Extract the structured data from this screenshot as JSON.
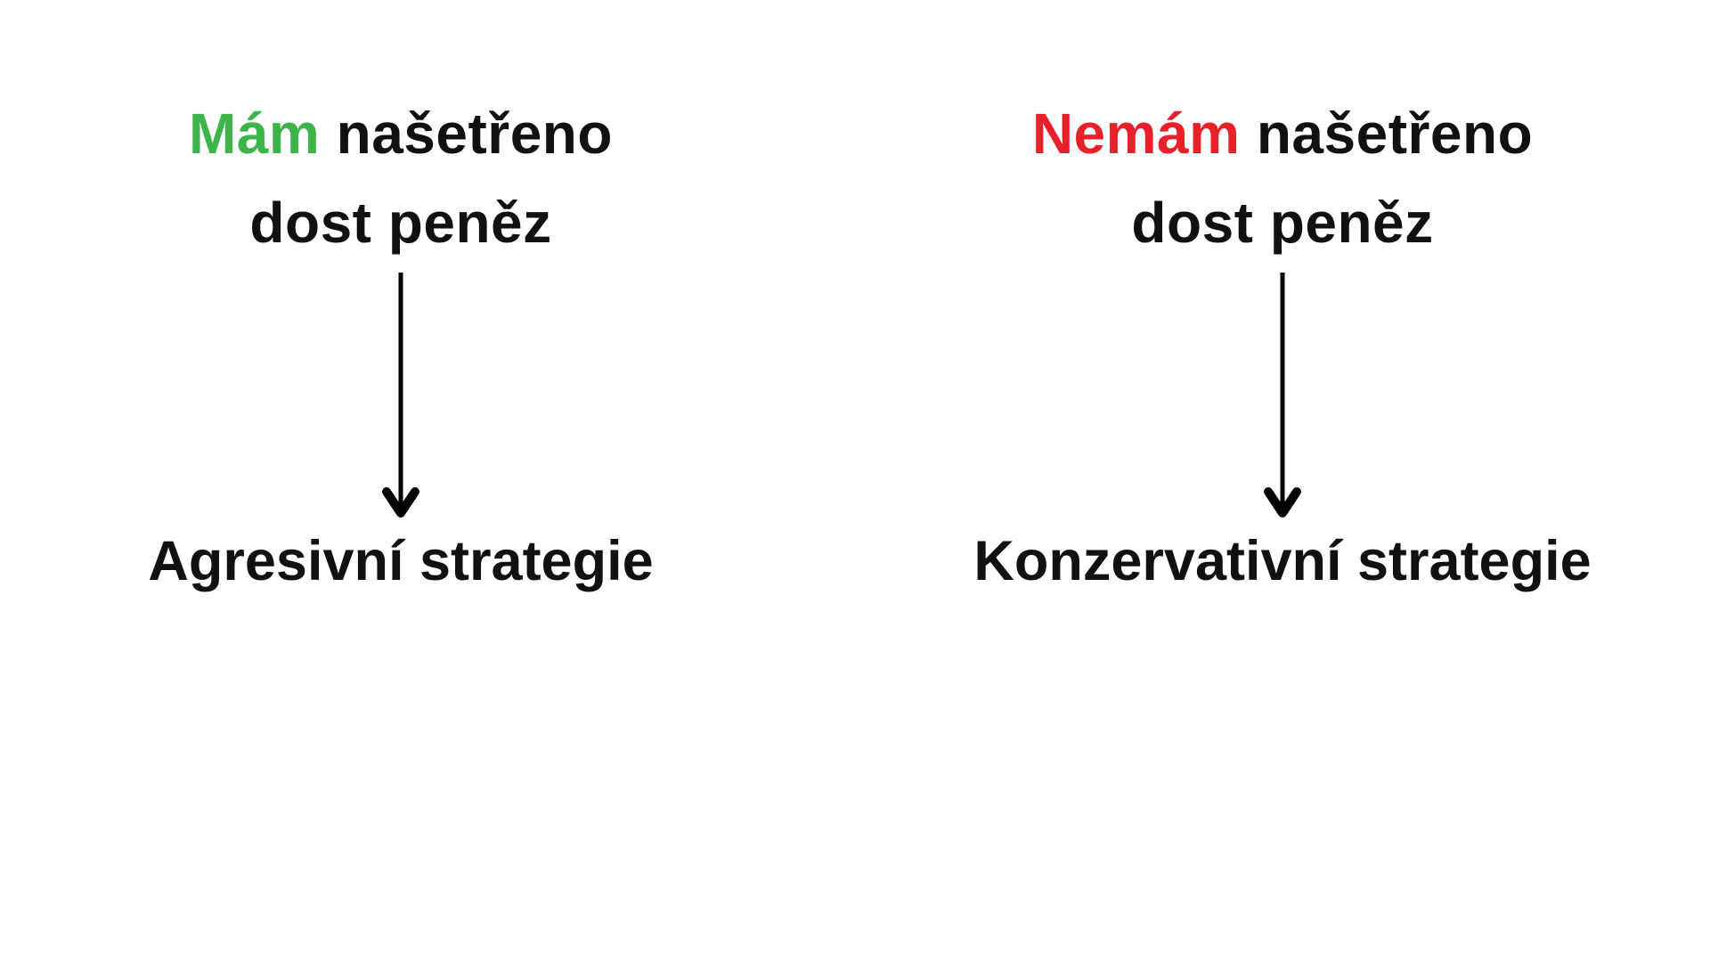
{
  "canvas": {
    "background_color": "#ffffff",
    "text_color": "#111111",
    "arrow_color": "#000000"
  },
  "diagram": {
    "columns": [
      {
        "id": "have-savings",
        "heading": {
          "keyword": "Mám",
          "keyword_color": "#3cb44a",
          "rest_line1": " našetřeno",
          "line2": "dost peněz"
        },
        "arrow_icon": "down-arrow",
        "result_label": "Agresivní strategie"
      },
      {
        "id": "no-savings",
        "heading": {
          "keyword": "Nemám",
          "keyword_color": "#e62129",
          "rest_line1": " našetřeno",
          "line2": "dost peněz"
        },
        "arrow_icon": "down-arrow",
        "result_label": "Konzervativní strategie"
      }
    ]
  }
}
